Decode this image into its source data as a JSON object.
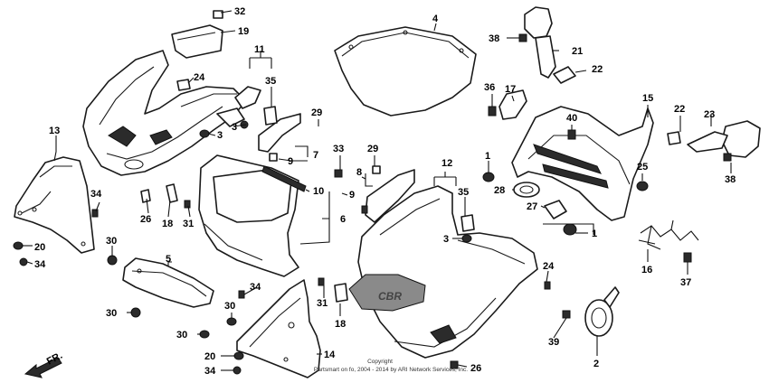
{
  "callouts": {
    "c32": "32",
    "c19": "19",
    "c11": "11",
    "c24a": "24",
    "c35a": "35",
    "c3a": "3",
    "c3b": "3",
    "c13": "13",
    "c34a": "34",
    "c26a": "26",
    "c18a": "18",
    "c31a": "31",
    "c20a": "20",
    "c34b": "34",
    "c30a": "30",
    "c5": "5",
    "c30b": "30",
    "c30c": "30",
    "c30d": "30",
    "c34c": "34",
    "c20b": "20",
    "c34d": "34",
    "c14": "14",
    "c31b": "31",
    "c18b": "18",
    "c4": "4",
    "c29a": "29",
    "c7": "7",
    "c9a": "9",
    "c33": "33",
    "c8": "8",
    "c10": "10",
    "c9b": "9",
    "c6": "6",
    "c29b": "29",
    "c12": "12",
    "c35b": "35",
    "c3c": "3",
    "c38a": "38",
    "c21": "21",
    "c22a": "22",
    "c36": "36",
    "c17": "17",
    "c1a": "1",
    "c28": "28",
    "c27": "27",
    "c1b": "1",
    "c15": "15",
    "c40": "40",
    "c25": "25",
    "c22b": "22",
    "c23": "23",
    "c38b": "38",
    "c16": "16",
    "c37": "37",
    "c24b": "24",
    "c39": "39",
    "c2": "2",
    "c26b": "26"
  },
  "fr_label": "FR.",
  "brand_mark": "CBR",
  "copyright_line1": "Copyright",
  "copyright_line2": "Partsmart on fo, 2004 - 2014 by ARI Network Services, Inc."
}
